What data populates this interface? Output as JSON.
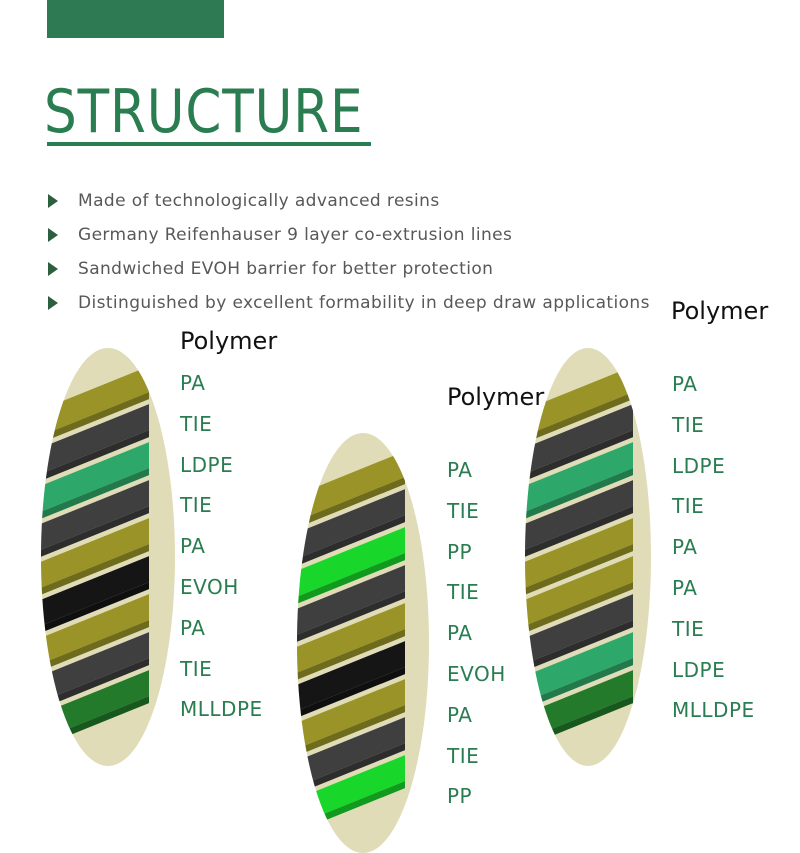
{
  "colors": {
    "brand_green": "#2a7d50",
    "oval_bg": "#e0dcb8",
    "bullet_text": "#585858"
  },
  "title": "STRUCTURE",
  "bullets": [
    "Made of technologically advanced resins",
    "Germany Reifenhauser 9 layer co-extrusion lines",
    "Sandwiched EVOH barrier for better protection",
    "Distinguished by excellent formability in deep draw applications"
  ],
  "structures": [
    {
      "heading": "Polymer",
      "layers": [
        "PA",
        "TIE",
        "LDPE",
        "TIE",
        "PA",
        "EVOH",
        "PA",
        "TIE",
        "MLLDPE"
      ]
    },
    {
      "heading": "Polymer",
      "layers": [
        "PA",
        "TIE",
        "PP",
        "TIE",
        "PA",
        "EVOH",
        "PA",
        "TIE",
        "PP"
      ]
    },
    {
      "heading": "Polymer",
      "layers": [
        "PA",
        "TIE",
        "LDPE",
        "TIE",
        "PA",
        "PA",
        "TIE",
        "LDPE",
        "MLLDPE"
      ]
    }
  ],
  "layer_colors": {
    "PA": "#9a9428",
    "TIE": "#3f3f3f",
    "LDPE": "#2ea86a",
    "PP": "#18d62a",
    "EVOH": "#151515",
    "MLLDPE": "#227a2a"
  }
}
